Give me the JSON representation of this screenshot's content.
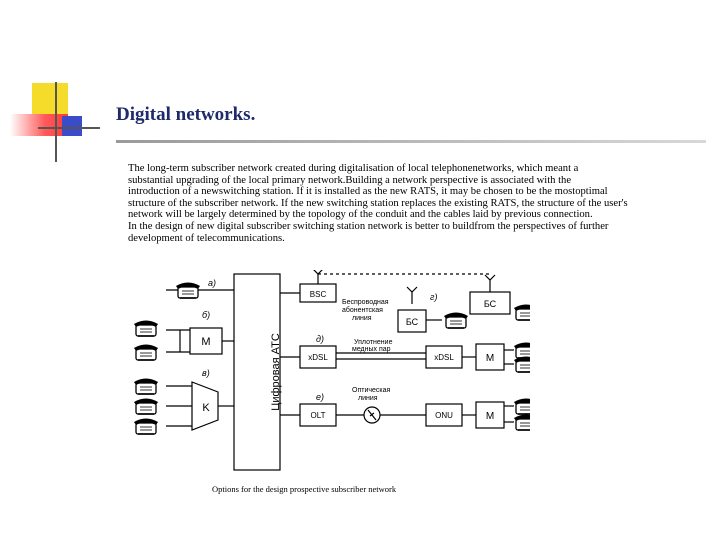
{
  "slide": {
    "title": "Digital networks.",
    "paragraph_lines": [
      " The long-term subscriber network created during digitalisation of local telephonenetworks, which meant a",
      "substantial upgrading of the local primary network.Building a network perspective is associated with the",
      "introduction of a newswitching station. If it is installed as the new RATS, it may be chosen to be the mostoptimal",
      "structure of the subscriber network. If the new switching station replaces the existing RATS, the structure of the user's",
      "network will be largely determined by the topology of the conduit and the cables laid by previous connection.",
      "In the design of new digital subscriber switching station network is better to buildfrom the perspectives of further",
      "development of telecommunications."
    ],
    "caption": "Options for the design prospective subscriber network"
  },
  "diagram": {
    "central_block": "Цифровая АТС",
    "variant_labels": [
      "а)",
      "б)",
      "в)",
      "г)",
      "д)",
      "е)"
    ],
    "blocks": {
      "bsc": "BSC",
      "bs_top": "БС",
      "bs_mid": "БС",
      "m_left": "M",
      "k_left": "K",
      "xdsl_left": "xDSL",
      "xdsl_right": "xDSL",
      "m_right_1": "M",
      "olt": "OLT",
      "onu": "ONU",
      "m_right_2": "M"
    },
    "annotations": {
      "wireless_1": "Беспроводная",
      "wireless_2": "абонентская",
      "wireless_3": "линия",
      "copper_1": "Уплотнение",
      "copper_2": "медных пар",
      "optical_1": "Оптическая",
      "optical_2": "линия"
    }
  },
  "colors": {
    "title": "#1f2a6b",
    "deco_yellow": "#f5dc2a",
    "deco_red": "#ff4a4a",
    "deco_blue": "#3a4cc8",
    "rule": "#9a9a9a"
  }
}
